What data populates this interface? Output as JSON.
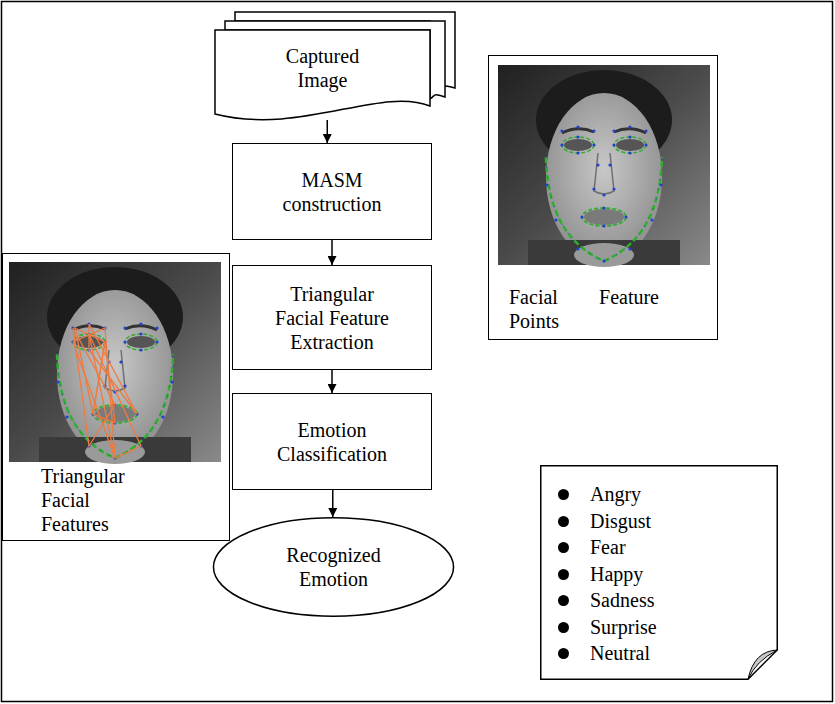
{
  "diagram": {
    "nodes": [
      {
        "text": [
          "Captured Image"
        ]
      },
      {
        "text": [
          "MASM construction"
        ]
      },
      {
        "text": [
          "Triangular Facial Feature Extraction"
        ]
      },
      {
        "text": [
          "Emotion Classification"
        ]
      },
      {
        "text": [
          "Recognized Emotion"
        ]
      },
      {
        "text": [
          "Facial Feature Points"
        ]
      },
      {
        "text": [
          "Triangular Facial Features"
        ]
      },
      {
        "text": [
          "Angry",
          "Disgust",
          "Fear",
          "Happy",
          "Sadness",
          "Surprise",
          "Neutral"
        ]
      }
    ],
    "edges": [
      {
        "from": 0,
        "to": 1,
        "arrow": "to"
      },
      {
        "from": 1,
        "to": 2,
        "arrow": "to"
      },
      {
        "from": 2,
        "to": 3,
        "arrow": "to"
      },
      {
        "from": 3,
        "to": 4,
        "arrow": "to"
      }
    ]
  }
}
